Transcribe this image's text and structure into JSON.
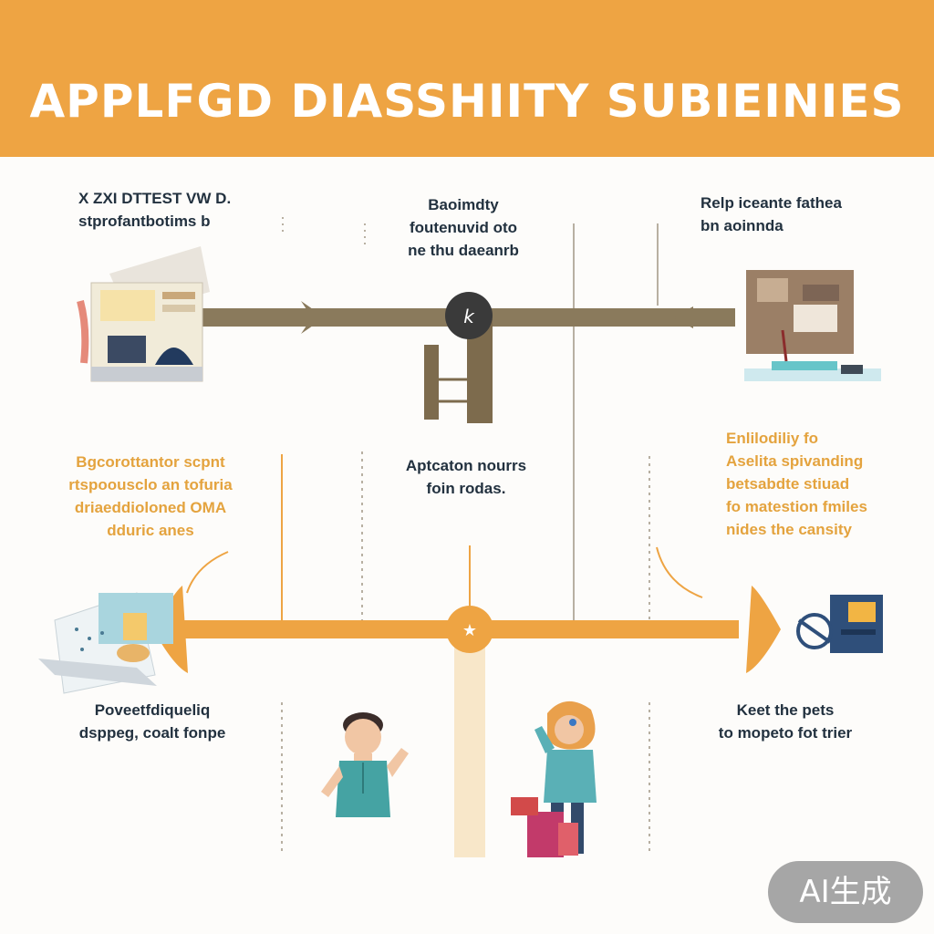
{
  "header": {
    "title": "APPLFGD DIASSHIITY SUBIEINIES"
  },
  "labels": {
    "top_left": [
      "X ZXI DTTEST VW D.",
      "stprofantbotims b"
    ],
    "top_center": [
      "Baoimdty",
      "foutenuvid oto",
      "ne thu daeanrb"
    ],
    "top_right": [
      "Relp iceante fathea",
      "bn aoinnda"
    ],
    "mid_left": [
      "Bgcorottantor scpnt",
      "rtspoousclo an tofuria",
      "driaeddioloned OMA",
      "dduric anes"
    ],
    "mid_center": [
      "Aptcaton nourrs",
      "foin rodas."
    ],
    "mid_right": [
      "Enlilodiliy fo",
      "Aselita spivanding",
      "betsabdte stiuad",
      "fo matestion fmiles",
      "nides the cansity"
    ],
    "bottom_left": [
      "Poveetfdiqueliq",
      "dsppeg, coalt fonpe"
    ],
    "bottom_right": [
      "Keet the pets",
      "to mopeto fot trier"
    ]
  },
  "markers": {
    "top_hub": "k",
    "bottom_hub": "★"
  },
  "icons": [
    "newspaper-illustration",
    "corkboard-illustration",
    "documents-illustration",
    "monitor-illustration",
    "person-illustration",
    "woman-with-bags-illustration"
  ],
  "watermark": "AI生成",
  "colors": {
    "banner": "#eea443",
    "top_bar": "#8a7a5c",
    "bottom_bar": "#eea443",
    "hub": "#3a3a3a",
    "text_dark": "#22313f",
    "text_orange": "#e4a33e"
  }
}
